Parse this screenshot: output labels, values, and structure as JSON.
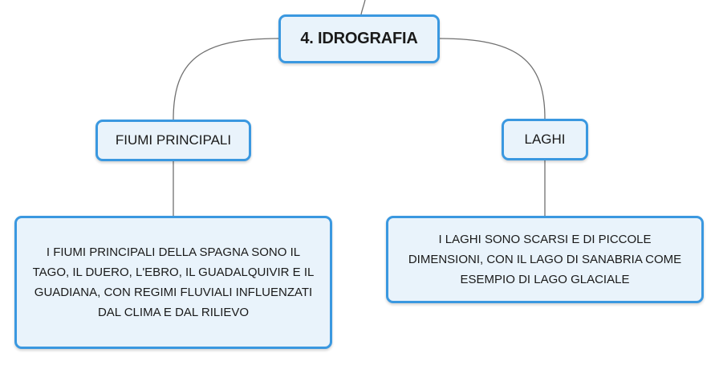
{
  "root": {
    "label": "4. IDROGRAFIA"
  },
  "branches": [
    {
      "topic": "FIUMI PRINCIPALI",
      "detail": "I FIUMI PRINCIPALI DELLA SPAGNA SONO IL TAGO, IL DUERO, L'EBRO, IL GUADALQUIVIR E IL GUADIANA, CON REGIMI FLUVIALI INFLUENZATI DAL CLIMA E DAL RILIEVO"
    },
    {
      "topic": "LAGHI",
      "detail": "I LAGHI SONO SCARSI E DI PICCOLE DIMENSIONI, CON IL LAGO DI SANABRIA COME ESEMPIO DI LAGO GLACIALE"
    }
  ],
  "colors": {
    "node_border": "#3a98e0",
    "node_fill": "#e9f3fb",
    "connector": "#707070"
  }
}
